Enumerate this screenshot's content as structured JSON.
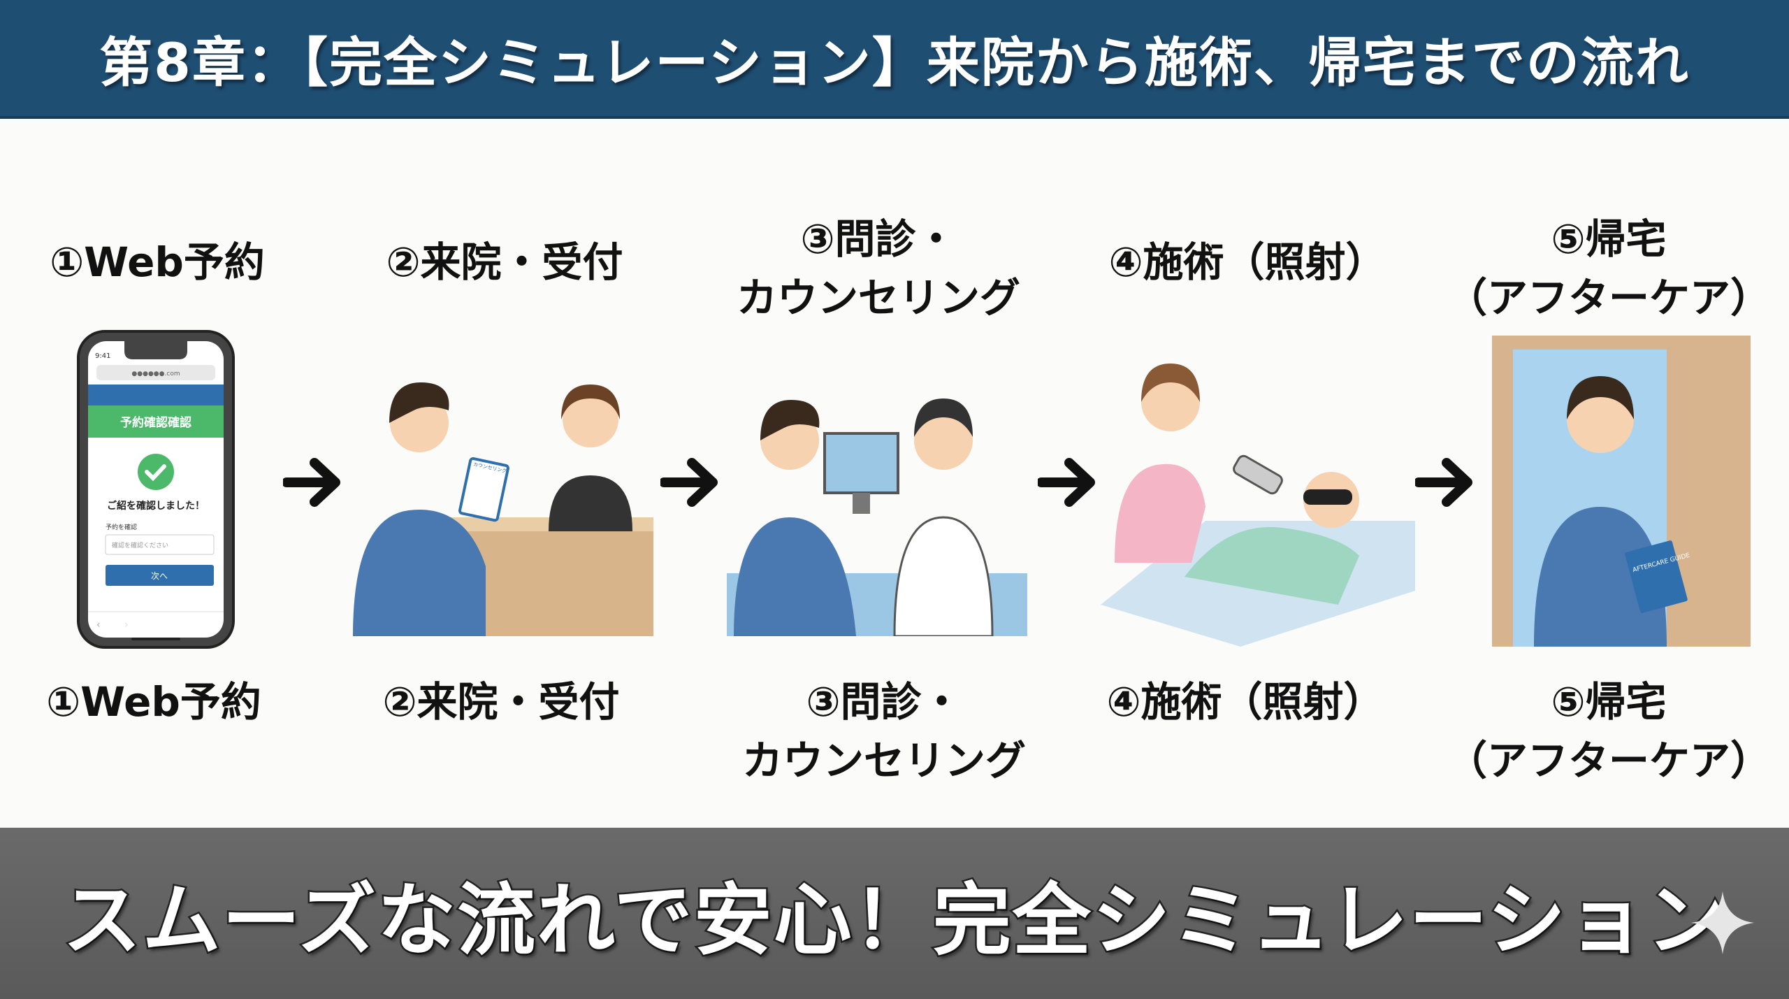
{
  "header": {
    "title": "第8章：【完全シミュレーション】来院から施術、帰宅までの流れ"
  },
  "steps": [
    {
      "top": [
        "①Web予約"
      ],
      "bottom": [
        "①Web予約"
      ]
    },
    {
      "top": [
        "②来院・受付"
      ],
      "bottom": [
        "②来院・受付"
      ]
    },
    {
      "top": [
        "③問診・",
        "カウンセリング"
      ],
      "bottom": [
        "③問診・",
        "カウンセリング"
      ]
    },
    {
      "top": [
        "④施術（照射）"
      ],
      "bottom": [
        "④施術（照射）"
      ]
    },
    {
      "top": [
        "⑤帰宅",
        "（アフターケア）"
      ],
      "bottom": [
        "⑤帰宅",
        "（アフターケア）"
      ]
    }
  ],
  "phone": {
    "time": "9:41",
    "url": "●●●●●●.com",
    "banner": "予約確認確認",
    "message": "ご紹を確認しました！",
    "field_label": "予約を確認",
    "field_placeholder": "確認を確認ください",
    "next_button": "次へ"
  },
  "clipboard_text": "カウンセリング",
  "guide_text": "AFTERCARE GUIDE",
  "footer": {
    "text": "スムーズな流れで安心！完全シミュレーション"
  },
  "colors": {
    "header": "#1f4e73",
    "footer": "#626262",
    "green": "#4cb86a",
    "blue": "#2f6fae"
  }
}
